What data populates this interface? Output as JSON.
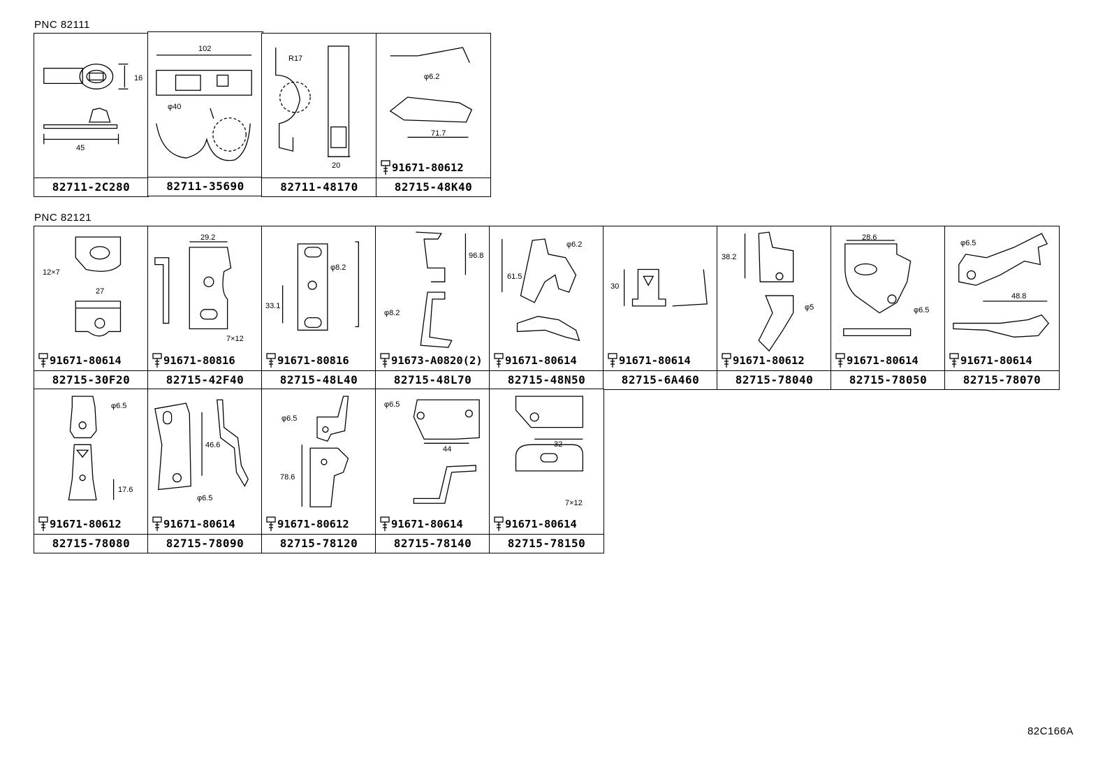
{
  "sections": [
    {
      "pnc": "PNC 82111",
      "items": [
        {
          "part": "82711-2C280",
          "bolt": "",
          "dims": [
            "16",
            "45"
          ]
        },
        {
          "part": "82711-35690",
          "bolt": "",
          "dims": [
            "102",
            "φ40"
          ]
        },
        {
          "part": "82711-48170",
          "bolt": "",
          "dims": [
            "R17",
            "20"
          ]
        },
        {
          "part": "82715-48K40",
          "bolt": "91671-80612",
          "dims": [
            "φ6.2",
            "71.7"
          ]
        }
      ]
    },
    {
      "pnc": "PNC 82121",
      "items": [
        {
          "part": "82715-30F20",
          "bolt": "91671-80614",
          "dims": [
            "12×7",
            "27"
          ]
        },
        {
          "part": "82715-42F40",
          "bolt": "91671-80816",
          "dims": [
            "29.2",
            "7×12"
          ]
        },
        {
          "part": "82715-48L40",
          "bolt": "91671-80816",
          "dims": [
            "φ8.2",
            "33.1"
          ]
        },
        {
          "part": "82715-48L70",
          "bolt": "91673-A0820(2)",
          "dims": [
            "96.8",
            "φ8.2"
          ]
        },
        {
          "part": "82715-48N50",
          "bolt": "91671-80614",
          "dims": [
            "φ6.2",
            "61.5"
          ]
        },
        {
          "part": "82715-6A460",
          "bolt": "91671-80614",
          "dims": [
            "30"
          ]
        },
        {
          "part": "82715-78040",
          "bolt": "91671-80612",
          "dims": [
            "38.2",
            "φ5"
          ]
        },
        {
          "part": "82715-78050",
          "bolt": "91671-80614",
          "dims": [
            "28.6",
            "φ6.5"
          ]
        },
        {
          "part": "82715-78070",
          "bolt": "91671-80614",
          "dims": [
            "φ6.5",
            "48.8"
          ]
        },
        {
          "part": "82715-78080",
          "bolt": "91671-80612",
          "dims": [
            "φ6.5",
            "17.6"
          ]
        },
        {
          "part": "82715-78090",
          "bolt": "91671-80614",
          "dims": [
            "46.6",
            "φ6.5"
          ]
        },
        {
          "part": "82715-78120",
          "bolt": "91671-80612",
          "dims": [
            "φ6.5",
            "78.6"
          ]
        },
        {
          "part": "82715-78140",
          "bolt": "91671-80614",
          "dims": [
            "φ6.5",
            "44"
          ]
        },
        {
          "part": "82715-78150",
          "bolt": "91671-80614",
          "dims": [
            "32",
            "7×12"
          ]
        }
      ]
    }
  ],
  "diagram_code": "82C166A"
}
